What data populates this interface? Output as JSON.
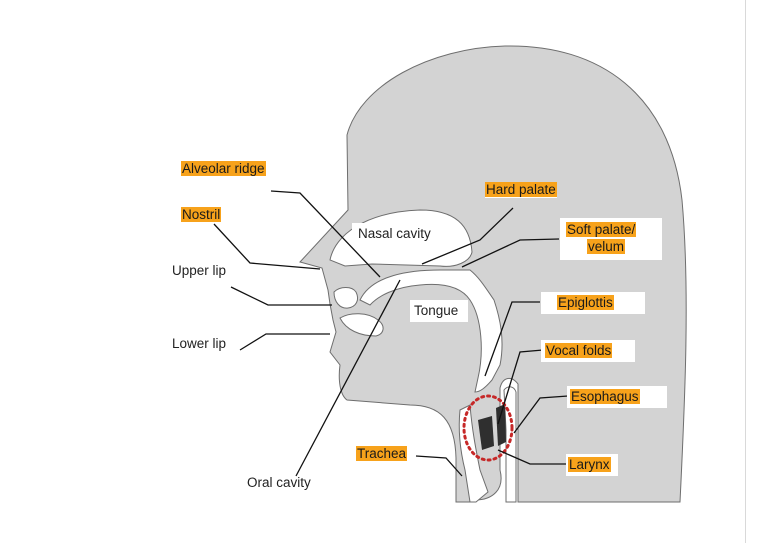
{
  "labels": {
    "alveolar_ridge": "Alveolar ridge",
    "nostril": "Nostril",
    "upper_lip": "Upper lip",
    "lower_lip": "Lower lip",
    "oral_cavity": "Oral cavity",
    "nasal_cavity": "Nasal cavity",
    "tongue": "Tongue",
    "hard_palate": "Hard palate",
    "soft_palate_line1": "Soft palate/",
    "soft_palate_line2": "velum",
    "epiglottis": "Epiglottis",
    "vocal_folds": "Vocal folds",
    "esophagus": "Esophagus",
    "trachea": "Trachea",
    "larynx": "Larynx"
  },
  "colors": {
    "highlight": "#f7a21b",
    "tissue": "#d3d3d3",
    "outline": "#6e6e6e",
    "larynx_ring": "#c62828"
  }
}
